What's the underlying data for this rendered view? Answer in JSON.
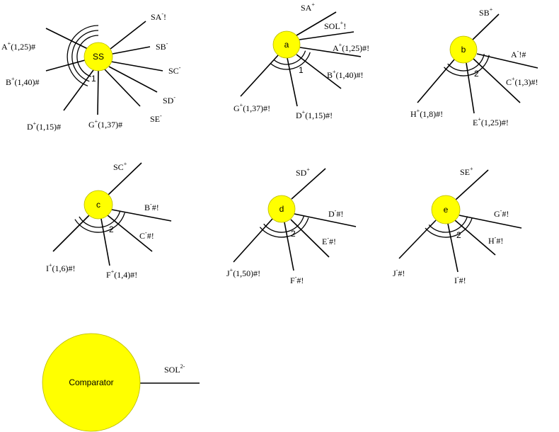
{
  "colors": {
    "node_fill": "#ffff00",
    "line": "#000000",
    "background": "#ffffff"
  },
  "nodes": [
    {
      "id": "SS",
      "label": "SS",
      "rings": 3,
      "ring_label": "1",
      "bonds": [
        {
          "base": "SA",
          "sup": "-",
          "tail": "!"
        },
        {
          "base": "SB",
          "sup": "-",
          "tail": ""
        },
        {
          "base": "SC",
          "sup": "-",
          "tail": ""
        },
        {
          "base": "SD",
          "sup": "-",
          "tail": ""
        },
        {
          "base": "SE",
          "sup": "-",
          "tail": ""
        },
        {
          "base": "G",
          "sup": "+",
          "tail": "(1,37)#"
        },
        {
          "base": "D",
          "sup": "+",
          "tail": "(1,15)#"
        },
        {
          "base": "B",
          "sup": "+",
          "tail": "(1,40)#"
        },
        {
          "base": "A",
          "sup": "+",
          "tail": "(1,25)#"
        }
      ]
    },
    {
      "id": "a",
      "label": "a",
      "rings": 2,
      "ring_label": "1",
      "bonds": [
        {
          "base": "SA",
          "sup": "+",
          "tail": ""
        },
        {
          "base": "SOL",
          "sup": "+",
          "tail": "!"
        },
        {
          "base": "A",
          "sup": "+",
          "tail": "(1,25)#!"
        },
        {
          "base": "B",
          "sup": "+",
          "tail": "(1,40)#!"
        },
        {
          "base": "D",
          "sup": "+",
          "tail": "(1,15)#!"
        },
        {
          "base": "G",
          "sup": "+",
          "tail": "(1,37)#!"
        }
      ]
    },
    {
      "id": "b",
      "label": "b",
      "rings": 2,
      "ring_label": "2",
      "bonds": [
        {
          "base": "SB",
          "sup": "+",
          "tail": ""
        },
        {
          "base": "A",
          "sup": "-",
          "tail": "!#"
        },
        {
          "base": "C",
          "sup": "+",
          "tail": "(1,3)#!"
        },
        {
          "base": "E",
          "sup": "+",
          "tail": "(1,25)#!"
        },
        {
          "base": "H",
          "sup": "+",
          "tail": "(1,8)#!"
        }
      ]
    },
    {
      "id": "c",
      "label": "c",
      "rings": 2,
      "ring_label": "2",
      "bonds": [
        {
          "base": "SC",
          "sup": "+",
          "tail": ""
        },
        {
          "base": "B",
          "sup": "-",
          "tail": "#!"
        },
        {
          "base": "C",
          "sup": "-",
          "tail": "#!"
        },
        {
          "base": "F",
          "sup": "+",
          "tail": "(1,4)#!"
        },
        {
          "base": "I",
          "sup": "+",
          "tail": "(1,6)#!"
        }
      ]
    },
    {
      "id": "d",
      "label": "d",
      "rings": 2,
      "ring_label": "2",
      "bonds": [
        {
          "base": "SD",
          "sup": "+",
          "tail": ""
        },
        {
          "base": "D",
          "sup": "-",
          "tail": "#!"
        },
        {
          "base": "E",
          "sup": "-",
          "tail": "#!"
        },
        {
          "base": "F",
          "sup": "-",
          "tail": "#!"
        },
        {
          "base": "J",
          "sup": "+",
          "tail": "(1,50)#!"
        }
      ]
    },
    {
      "id": "e",
      "label": "e",
      "rings": 2,
      "ring_label": "2",
      "bonds": [
        {
          "base": "SE",
          "sup": "+",
          "tail": ""
        },
        {
          "base": "G",
          "sup": "-",
          "tail": "#!"
        },
        {
          "base": "H",
          "sup": "-",
          "tail": "#!"
        },
        {
          "base": "I",
          "sup": "-",
          "tail": "#!"
        },
        {
          "base": "J",
          "sup": "-",
          "tail": "#!"
        }
      ]
    },
    {
      "id": "comparator",
      "label": "Comparator",
      "rings": 0,
      "ring_label": "",
      "bonds": [
        {
          "base": "SOL",
          "sup": "2-",
          "tail": ""
        }
      ]
    }
  ]
}
